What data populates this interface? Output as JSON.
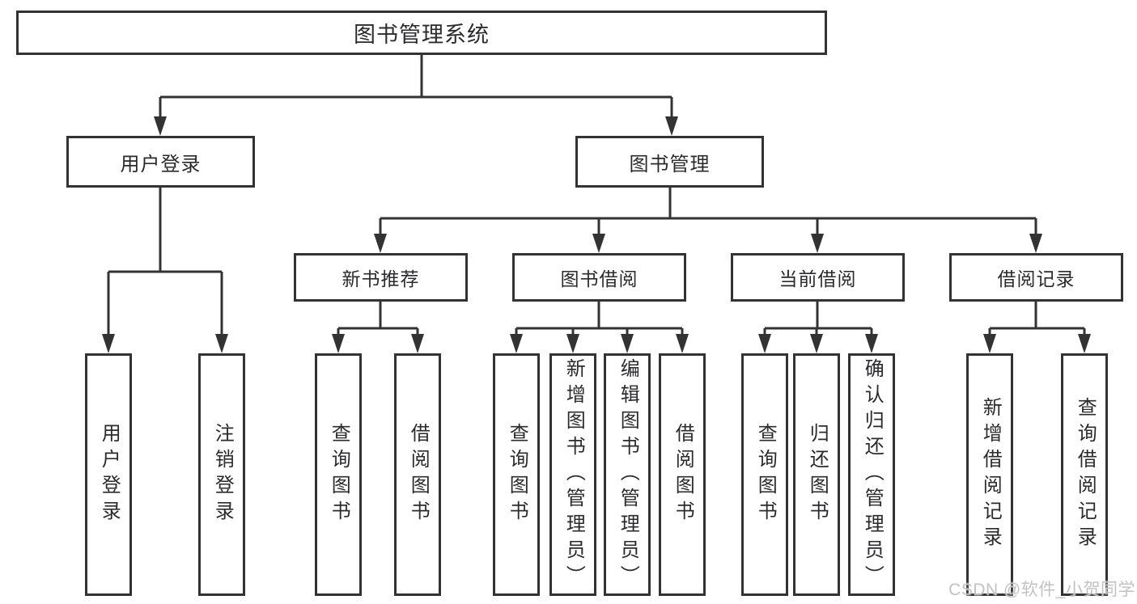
{
  "diagram_title": "图书管理系统",
  "tree": {
    "root": {
      "label": "图书管理系统"
    },
    "branches": [
      {
        "label": "用户登录",
        "children": [
          {
            "label": "用户登录"
          },
          {
            "label": "注销登录"
          }
        ]
      },
      {
        "label": "图书管理",
        "children": [
          {
            "label": "新书推荐",
            "children": [
              {
                "label": "查询图书"
              },
              {
                "label": "借阅图书"
              }
            ]
          },
          {
            "label": "图书借阅",
            "children": [
              {
                "label": "查询图书"
              },
              {
                "label": "新增图书（管理员）"
              },
              {
                "label": "编辑图书（管理员）"
              },
              {
                "label": "借阅图书"
              }
            ]
          },
          {
            "label": "当前借阅",
            "children": [
              {
                "label": "查询图书"
              },
              {
                "label": "归还图书"
              },
              {
                "label": "确认归还（管理员）"
              }
            ]
          },
          {
            "label": "借阅记录",
            "children": [
              {
                "label": "新增借阅记录"
              },
              {
                "label": "查询借阅记录"
              }
            ]
          }
        ]
      }
    ]
  },
  "watermark": {
    "text": "CSDN @软件_小贺同学"
  },
  "colors": {
    "line": "#333333",
    "box_border": "#333333",
    "text": "#2b2b2e",
    "watermark": "#c2c2c2",
    "background": "#ffffff"
  }
}
